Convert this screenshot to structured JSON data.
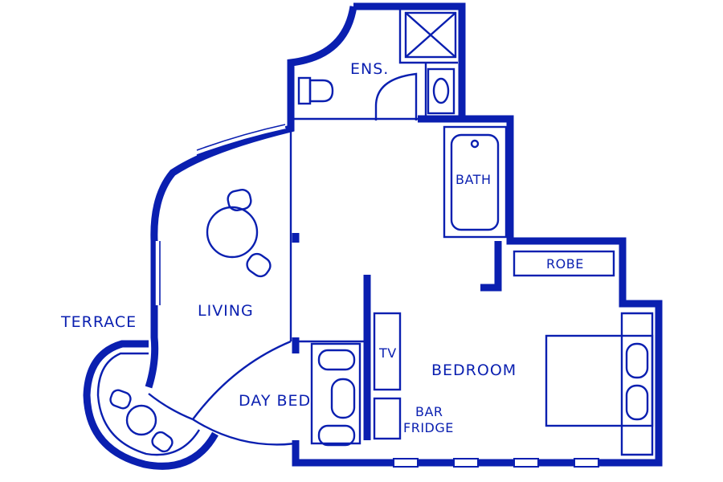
{
  "plan": {
    "accent_color": "#0a1fb0",
    "rooms": {
      "ensuite": "ENS.",
      "bath": "BATH",
      "robe": "ROBE",
      "living": "LIVING",
      "terrace": "TERRACE",
      "bedroom": "BEDROOM",
      "tv": "TV",
      "day_bed": "DAY BED",
      "bar_fridge_line1": "BAR",
      "bar_fridge_line2": "FRIDGE"
    },
    "icons": [
      "shower-icon",
      "toilet-icon",
      "basin-icon",
      "bathtub-icon",
      "dining-table-icon",
      "chair-icon",
      "bed-icon",
      "pillow-icon",
      "door-swing-icon",
      "sofa-cushion-icon"
    ]
  }
}
